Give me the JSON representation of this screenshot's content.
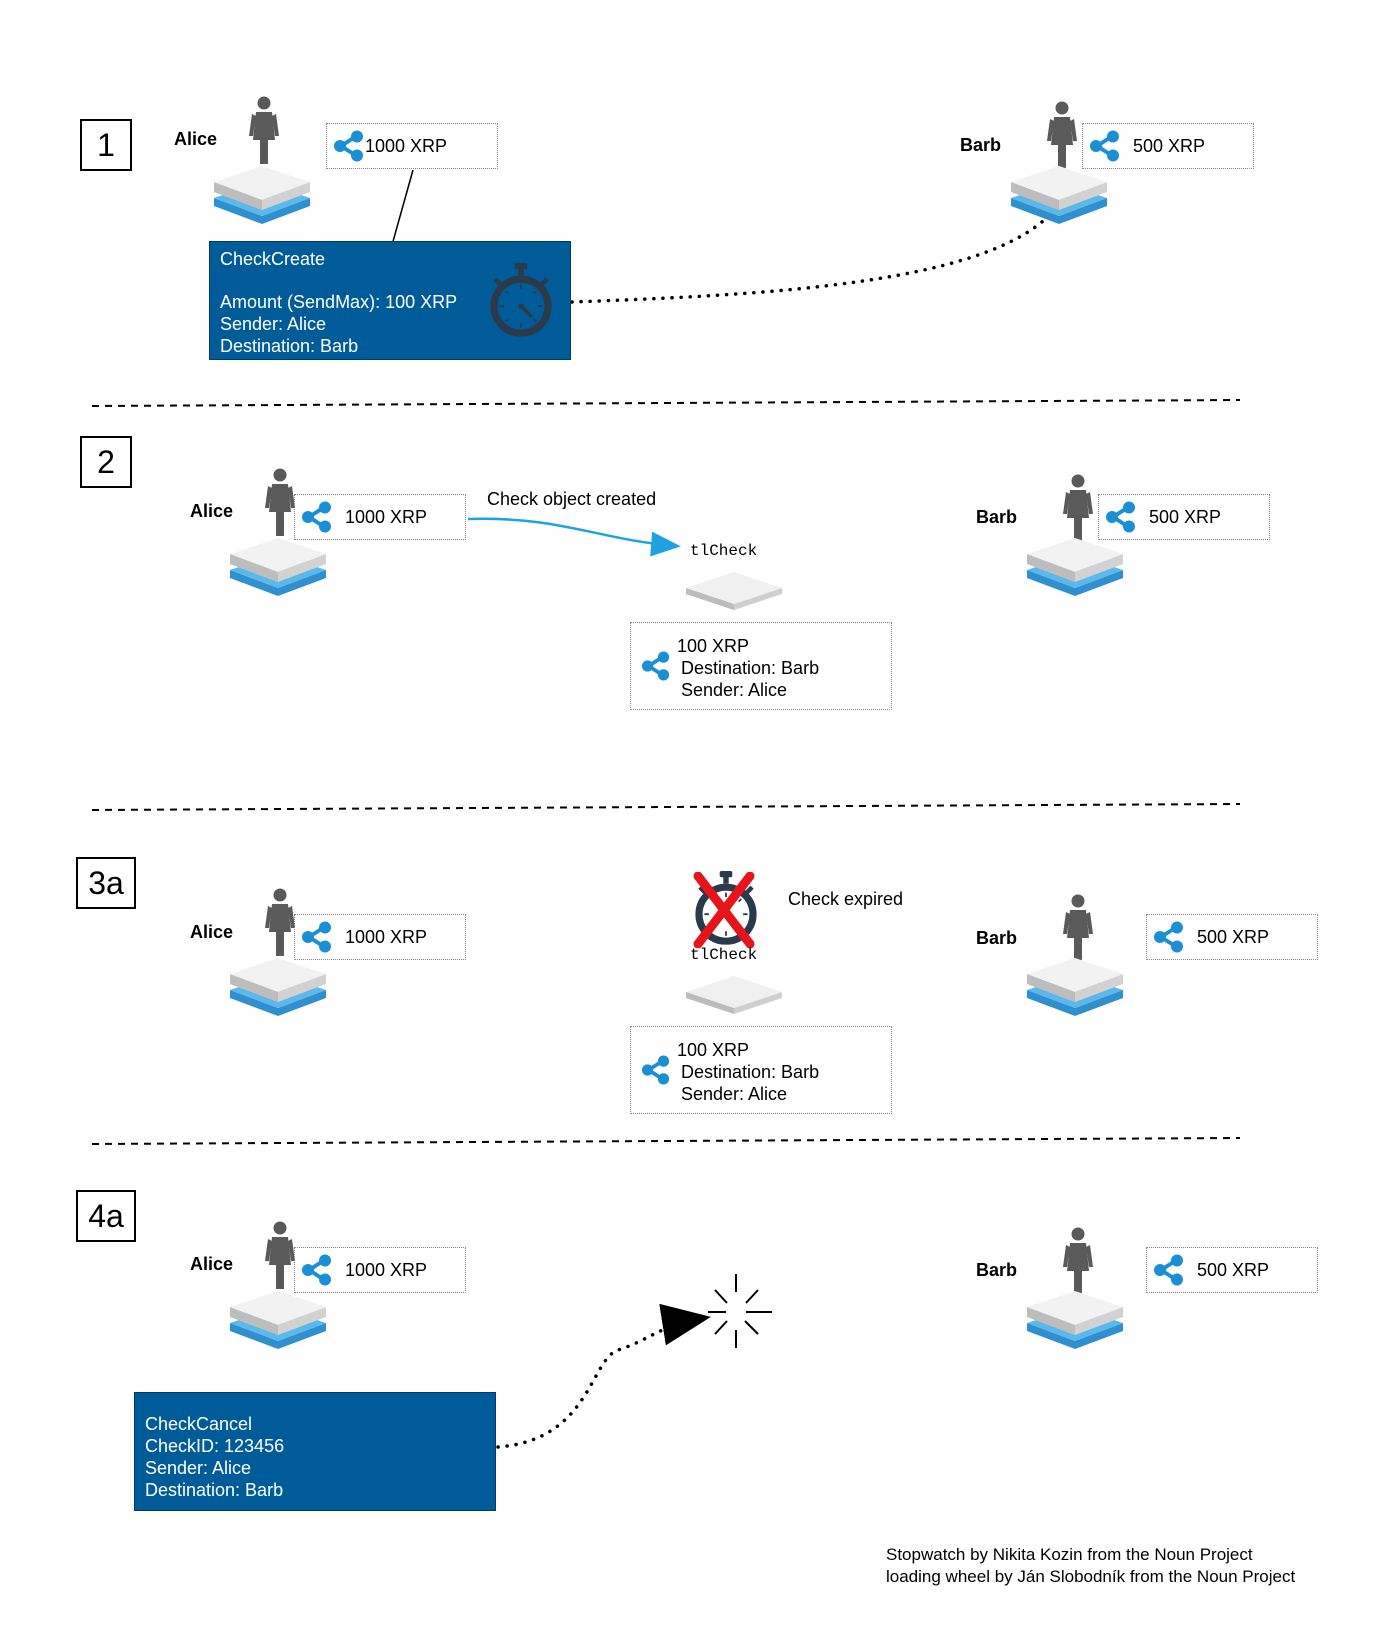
{
  "steps": {
    "s1": "1",
    "s2": "2",
    "s3": "3a",
    "s4": "4a"
  },
  "names": {
    "alice": "Alice",
    "barb": "Barb"
  },
  "balances": {
    "alice": "1000 XRP",
    "barb": "500 XRP"
  },
  "check_create": {
    "title": "CheckCreate",
    "amount": "Amount (SendMax): 100 XRP",
    "sender": "Sender: Alice",
    "destination": "Destination: Barb"
  },
  "check_object": {
    "created_label": "Check object created",
    "type": "tlCheck",
    "amount": "100 XRP",
    "destination": "Destination: Barb",
    "sender": "Sender: Alice"
  },
  "expired_label": "Check expired",
  "check_cancel": {
    "title": "CheckCancel",
    "check_id": "CheckID: 123456",
    "sender": "Sender: Alice",
    "destination": "Destination: Barb"
  },
  "credits": {
    "line1": "Stopwatch by Nikita Kozin from the Noun Project",
    "line2": "loading wheel by Ján Slobodník from the Noun Project"
  },
  "icons": {
    "person": "person-icon",
    "ledger": "ledger-node-icon",
    "xrp": "xrp-logo-icon",
    "stopwatch": "stopwatch-icon",
    "loading": "loading-wheel-icon"
  },
  "colors": {
    "tx_fill": "#005c99",
    "ledger_blue": "#2f9ad8",
    "xrp_blue": "#1a8fd6",
    "arrow_blue": "#1fa3e0",
    "x_red": "#e8141b",
    "person_gray": "#5a5a5a"
  }
}
